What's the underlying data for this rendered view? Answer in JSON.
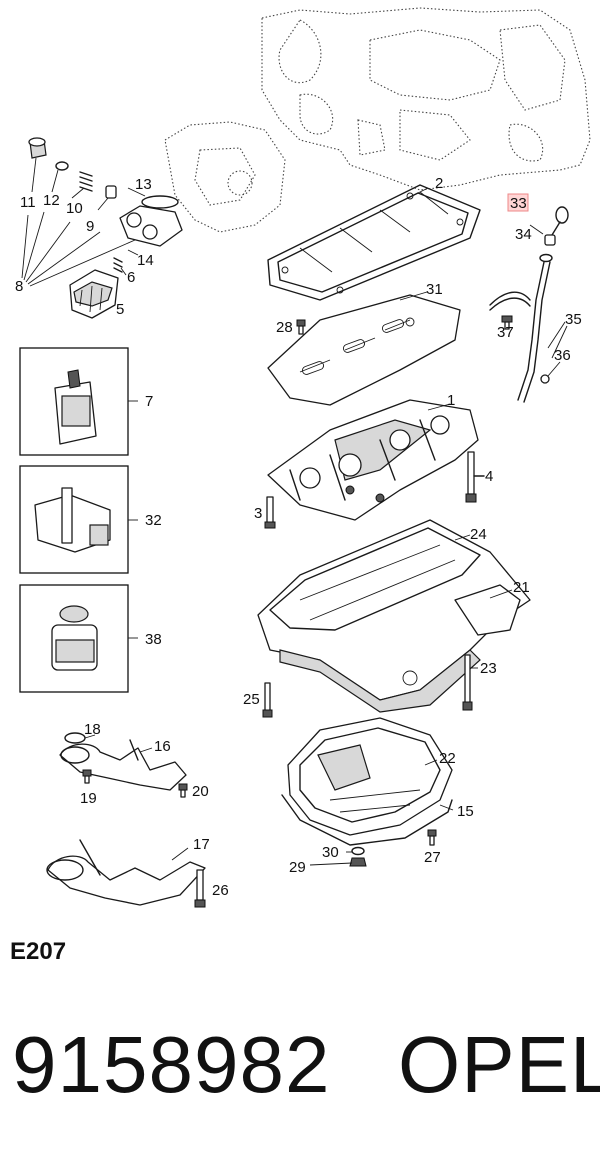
{
  "diagram": {
    "callouts": [
      {
        "id": "callout-1",
        "text": "1"
      },
      {
        "id": "callout-2",
        "text": "2"
      },
      {
        "id": "callout-3",
        "text": "3"
      },
      {
        "id": "callout-4",
        "text": "4"
      },
      {
        "id": "callout-5",
        "text": "5"
      },
      {
        "id": "callout-6",
        "text": "6"
      },
      {
        "id": "callout-7",
        "text": "7"
      },
      {
        "id": "callout-8",
        "text": "8"
      },
      {
        "id": "callout-9",
        "text": "9"
      },
      {
        "id": "callout-10",
        "text": "10"
      },
      {
        "id": "callout-11",
        "text": "11"
      },
      {
        "id": "callout-12",
        "text": "12"
      },
      {
        "id": "callout-13",
        "text": "13"
      },
      {
        "id": "callout-14",
        "text": "14"
      },
      {
        "id": "callout-15",
        "text": "15"
      },
      {
        "id": "callout-16",
        "text": "16"
      },
      {
        "id": "callout-17",
        "text": "17"
      },
      {
        "id": "callout-18",
        "text": "18"
      },
      {
        "id": "callout-19",
        "text": "19"
      },
      {
        "id": "callout-20",
        "text": "20"
      },
      {
        "id": "callout-21",
        "text": "21"
      },
      {
        "id": "callout-22",
        "text": "22"
      },
      {
        "id": "callout-23",
        "text": "23"
      },
      {
        "id": "callout-24",
        "text": "24"
      },
      {
        "id": "callout-25",
        "text": "25"
      },
      {
        "id": "callout-26",
        "text": "26"
      },
      {
        "id": "callout-27",
        "text": "27"
      },
      {
        "id": "callout-28",
        "text": "28"
      },
      {
        "id": "callout-29",
        "text": "29"
      },
      {
        "id": "callout-30",
        "text": "30"
      },
      {
        "id": "callout-31",
        "text": "31"
      },
      {
        "id": "callout-32",
        "text": "32"
      },
      {
        "id": "callout-33",
        "text": "33",
        "highlighted": true
      },
      {
        "id": "callout-34",
        "text": "34"
      },
      {
        "id": "callout-35",
        "text": "35"
      },
      {
        "id": "callout-36",
        "text": "36"
      },
      {
        "id": "callout-37",
        "text": "37"
      },
      {
        "id": "callout-38",
        "text": "38"
      }
    ],
    "highlight_color": "#ffd5d5"
  },
  "footer": {
    "diagram_code": "E207",
    "part_number": "9158982",
    "brand": "OPEL"
  }
}
